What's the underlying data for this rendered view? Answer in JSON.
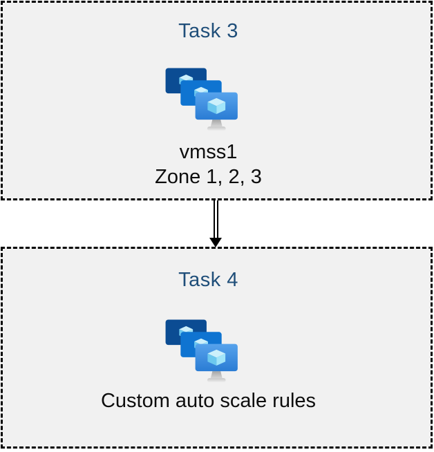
{
  "diagram": {
    "task3": {
      "title": "Task 3",
      "label_line1": "vmss1",
      "label_line2": "Zone 1, 2, 3"
    },
    "task4": {
      "title": "Task 4",
      "label": "Custom auto scale rules"
    },
    "connector": {
      "style": "double-line",
      "direction": "down"
    },
    "icon": {
      "name": "vm-scale-sets-icon",
      "glyph": "three-stacked-monitors-with-cubes"
    }
  },
  "colors": {
    "page_background": "#ffffff",
    "box_fill": "#f1f1f1",
    "box_border": "#000000",
    "title_text": "#1f4e79",
    "body_text": "#0d0d0d",
    "arrow": "#000000",
    "icon_back_screen": "#0b4c93",
    "icon_middle_screen": "#0f74d1",
    "icon_front_screen_top": "#57a3ec",
    "icon_front_screen_bottom": "#2a7cd4",
    "icon_cube_top": "#ccf0fb",
    "icon_cube_left": "#6cc8ee",
    "icon_cube_right": "#a2e5f9",
    "icon_stand": "#c6c6c6"
  }
}
